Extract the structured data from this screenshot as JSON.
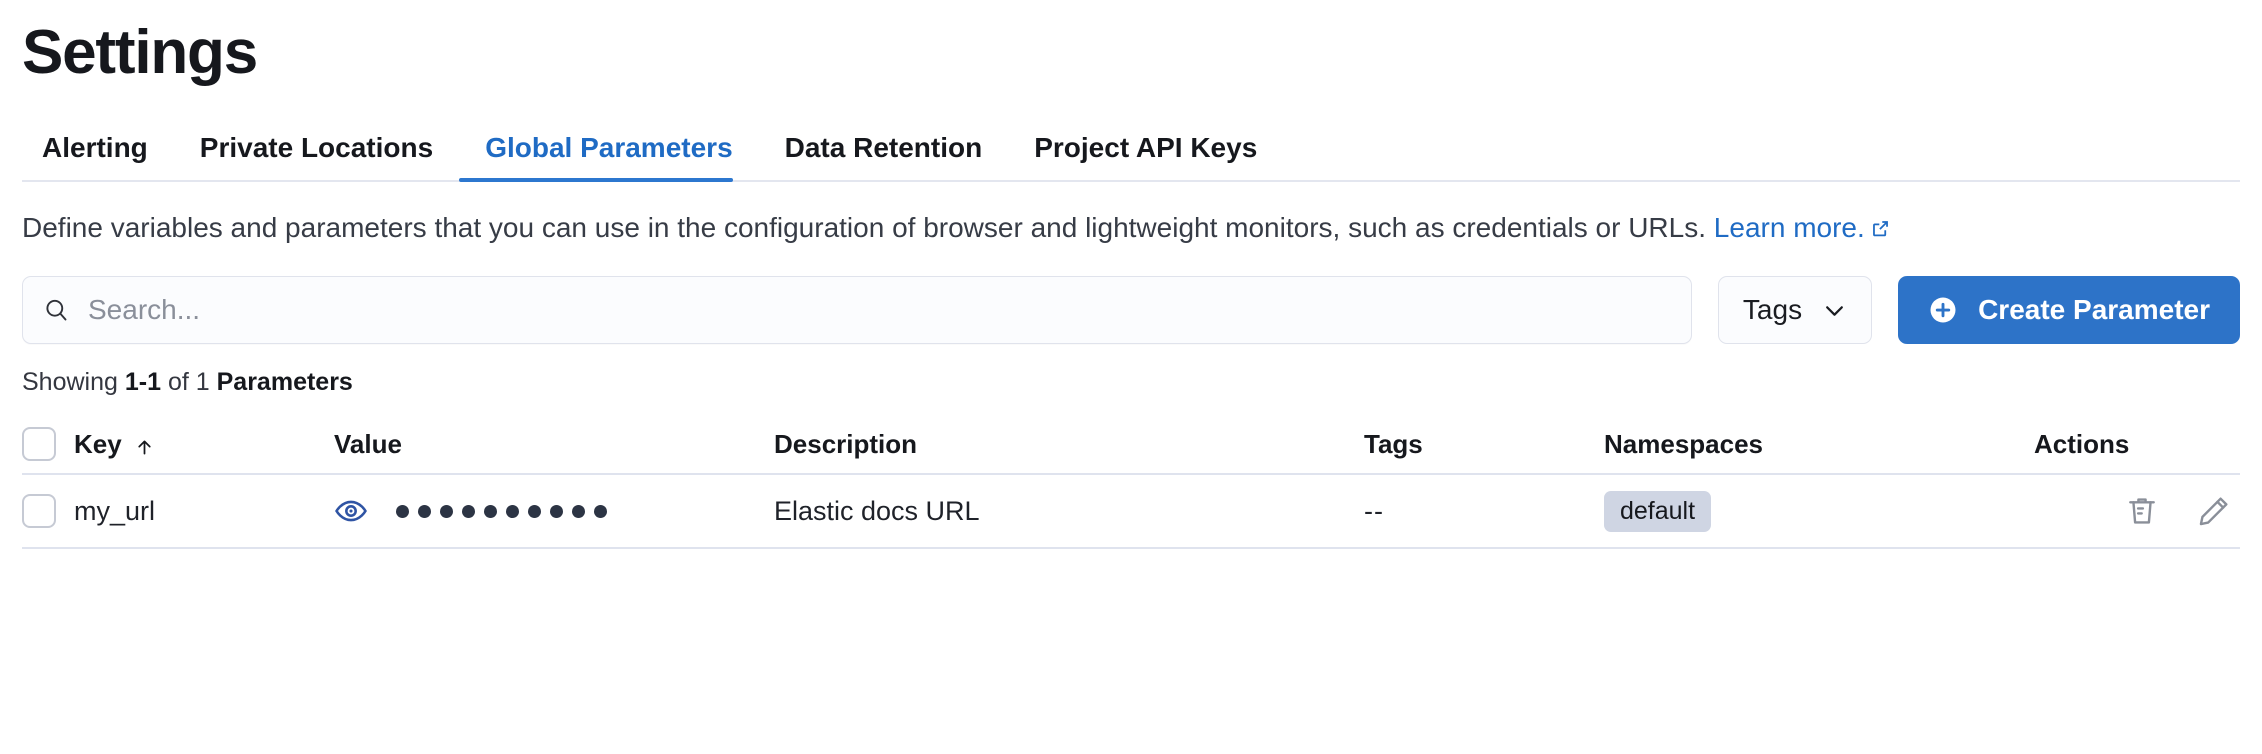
{
  "header": {
    "title": "Settings"
  },
  "tabs": [
    {
      "label": "Alerting",
      "active": false
    },
    {
      "label": "Private Locations",
      "active": false
    },
    {
      "label": "Global Parameters",
      "active": true
    },
    {
      "label": "Data Retention",
      "active": false
    },
    {
      "label": "Project API Keys",
      "active": false
    }
  ],
  "description": {
    "text": "Define variables and parameters that you can use in the configuration of browser and lightweight monitors, such as credentials or URLs.",
    "link_label": "Learn more.",
    "link_icon": "external-link-icon"
  },
  "controls": {
    "search": {
      "icon": "search-icon",
      "placeholder": "Search...",
      "value": ""
    },
    "tags_dropdown": {
      "label": "Tags",
      "icon": "chevron-down-icon"
    },
    "create_button": {
      "label": "Create Parameter",
      "icon": "plus-circle-icon"
    }
  },
  "results": {
    "showing_prefix": "Showing",
    "range": "1-1",
    "of": "of",
    "total": "1",
    "entity": "Parameters"
  },
  "table": {
    "columns": [
      {
        "key": "select",
        "label": ""
      },
      {
        "key": "key",
        "label": "Key",
        "sort": "asc",
        "sort_icon": "arrow-up-icon"
      },
      {
        "key": "value",
        "label": "Value"
      },
      {
        "key": "description",
        "label": "Description"
      },
      {
        "key": "tags",
        "label": "Tags"
      },
      {
        "key": "namespaces",
        "label": "Namespaces"
      },
      {
        "key": "actions",
        "label": "Actions"
      }
    ],
    "rows": [
      {
        "key": "my_url",
        "value_masked": true,
        "value_mask_dots": 10,
        "value_toggle_icon": "eye-icon",
        "description": "Elastic docs URL",
        "tags": "--",
        "namespaces": [
          "default"
        ],
        "actions": [
          "trash-icon",
          "pencil-icon"
        ]
      }
    ]
  },
  "colors": {
    "accent": "#2d73c8",
    "link": "#1f6bc4",
    "text": "#16181d",
    "muted": "#8a8f9a",
    "border": "#dfe3ee",
    "badge_bg": "#cfd5e3",
    "eye": "#2f54a4",
    "action_icon": "#8a8f99"
  }
}
